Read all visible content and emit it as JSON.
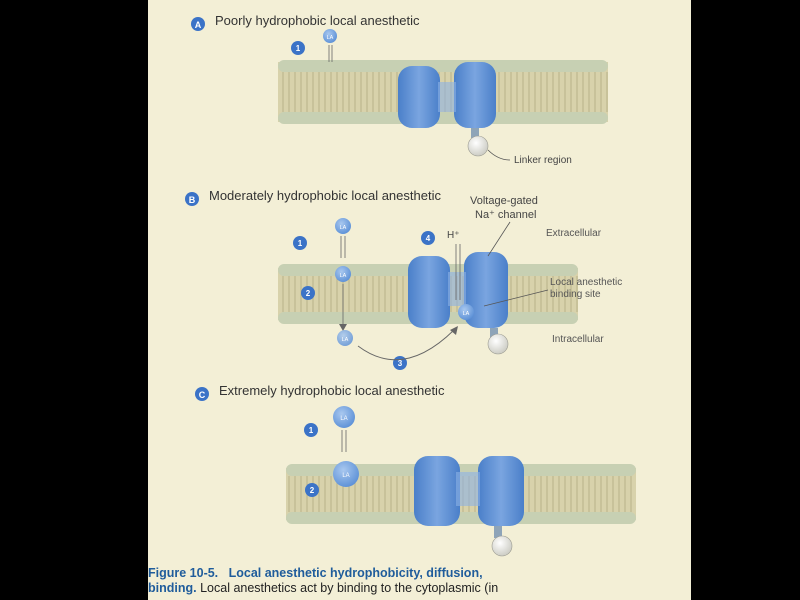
{
  "panels": [
    {
      "letter": "A",
      "title": "Poorly hydrophobic local anesthetic",
      "steps": [
        "1"
      ],
      "label_la": "LA"
    },
    {
      "letter": "B",
      "title": "Moderately hydrophobic local anesthetic",
      "steps": [
        "1",
        "2",
        "3",
        "4"
      ],
      "label_la": "LA"
    },
    {
      "letter": "C",
      "title": "Extremely hydrophobic local anesthetic",
      "steps": [
        "1",
        "2"
      ],
      "label_la": "LA"
    }
  ],
  "labels": {
    "linker_region": "Linker region",
    "channel_line1": "Voltage-gated",
    "channel_line2": "Na⁺ channel",
    "extracellular": "Extracellular",
    "binding_line1": "Local anesthetic",
    "binding_line2": "binding site",
    "intracellular": "Intracellular",
    "proton": "H⁺"
  },
  "caption": {
    "figure": "Figure 10-5.",
    "title": "Local anesthetic hydrophobicity, diffusion,",
    "line2_bold": "binding.",
    "line2_text": "Local anesthetics act by binding to the cytoplasmic (in"
  },
  "colors": {
    "channel": "#5b8fd4",
    "membrane_head": "#c7d0b3",
    "membrane_tail": "#d8d2ab",
    "step_badge": "#3b73c7",
    "caption": "#1f5c9b",
    "background": "#f3efd6"
  }
}
